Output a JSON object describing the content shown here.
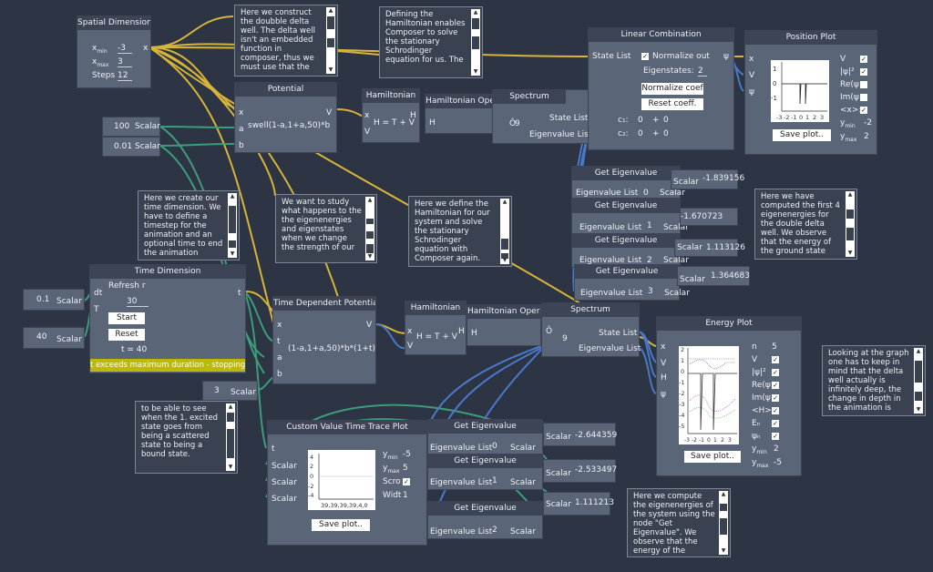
{
  "colors": {
    "bg": "#2d3444",
    "node": "#5b6578",
    "header": "#3c4455",
    "wire_yellow": "#d7b43a",
    "wire_green": "#3d9d7a",
    "wire_blue": "#4a79c8",
    "warning": "#bdb800"
  },
  "spatial": {
    "title": "Spatial Dimension",
    "xmin_label": "x",
    "xmin_sub": "min",
    "xmin_val": "-3",
    "xmax_label": "x",
    "xmax_sub": "max",
    "xmax_val": "3",
    "steps_label": "Steps",
    "steps_val": "12",
    "out": "x"
  },
  "note1": {
    "text": "Here we construct the doubble delta well. The delta well isn't an embedded function in composer, thus we must use that the"
  },
  "note2": {
    "text": "Defining the Hamiltonian enables Composer to solve the stationary Schrodinger equation for us. The"
  },
  "potential": {
    "title": "Potential",
    "formula": "swell(1-a,1+a,50)*b",
    "in_x": "x",
    "in_a": "a",
    "in_b": "b",
    "out": "V"
  },
  "scalar100": {
    "value": "100",
    "label": "Scalar"
  },
  "scalar001": {
    "value": "0.01",
    "label": "Scalar"
  },
  "ham1": {
    "title": "Hamiltonian",
    "in_x": "x",
    "in_v": "V",
    "eq": "H = T + V",
    "out": "H"
  },
  "hamop1": {
    "title": "Hamiltonian Operator",
    "in": "H"
  },
  "spectrum1": {
    "title": "Spectrum",
    "in": "Ô",
    "value": "9",
    "state_list": "State List",
    "eig_list": "Eigenvalue List"
  },
  "lincomb": {
    "title": "Linear Combination",
    "state_list": "State List",
    "normalize": "Normalize out",
    "eigenstates": "Eigenstates:",
    "eig_val": "2",
    "btn_norm": "Normalize coef",
    "btn_reset": "Reset coeff.",
    "c1": "c₁:",
    "c1a": "0",
    "c1b": "0",
    "c2": "c₂:",
    "c2a": "0",
    "c2b": "0",
    "plus": "+",
    "out": "ψ"
  },
  "posplot": {
    "title": "Position Plot",
    "in_x": "x",
    "in_v": "V",
    "in_psi": "ψ",
    "legend": [
      "V",
      "|ψ|²",
      "Re(ψ",
      "Im(ψ",
      "<x>±"
    ],
    "ymin_label": "y",
    "ymin_sub": "min",
    "ymin_val": "-2",
    "ymax_label": "y",
    "ymax_sub": "max",
    "ymax_val": "2",
    "xticks": [
      "-3",
      "-2",
      "-1",
      "0",
      "1",
      "2",
      "3"
    ],
    "yticks": [
      "1",
      "0",
      "-1"
    ],
    "save": "Save plot.."
  },
  "geteig": [
    {
      "title": "Get Eigenvalue",
      "in": "Eigenvalue List",
      "idx": "0",
      "out": "Scalar",
      "value": "-1.839156"
    },
    {
      "title": "Get Eigenvalue",
      "in": "Eigenvalue List",
      "idx": "1",
      "out": "Scalar",
      "value": "-1.670723"
    },
    {
      "title": "Get Eigenvalue",
      "in": "Eigenvalue List",
      "idx": "2",
      "out": "Scalar",
      "value": "1.113126"
    },
    {
      "title": "Get Eigenvalue",
      "in": "Eigenvalue List",
      "idx": "3",
      "out": "Scalar",
      "value": "1.364683"
    }
  ],
  "note_computed": {
    "text": "Here we have computed the first 4 eigenenergies for the double delta well. We observe that the energy of the ground state"
  },
  "note_time": {
    "text": "Here we create our time dimension. We have to define a timestep for the animation and an optional time to end the animation"
  },
  "note_study": {
    "text": "We want to study what happens to the the eigenenergies and eigenstates when we change the strength of our"
  },
  "note_define": {
    "text": "Here we define the Hamiltonian for our system and solve the stationary Schrodinger equation with Composer again."
  },
  "timedim": {
    "title": "Time Dimension",
    "in_dt": "dt",
    "in_T": "T",
    "refresh": "Refresh r",
    "val30": "30",
    "start": "Start",
    "reset": "Reset",
    "tval": "t = 40",
    "out": "t",
    "warning": "t exceeds maximum duration - stopping."
  },
  "scalar01": {
    "value": "0.1",
    "label": "Scalar"
  },
  "scalar40": {
    "value": "40",
    "label": "Scalar"
  },
  "tdpot": {
    "title": "Time Dependent Potential",
    "in_x": "x",
    "in_t": "t",
    "in_a": "a",
    "in_b": "b",
    "formula": "(1-a,1+a,50)*b*(1+t)",
    "out": "V"
  },
  "ham2": {
    "title": "Hamiltonian",
    "in_x": "x",
    "in_v": "V",
    "eq": "H = T + V",
    "out": "H"
  },
  "hamop2": {
    "title": "Hamiltonian Opera",
    "in": "H"
  },
  "spectrum2": {
    "title": "Spectrum",
    "in": "Ô",
    "value": "9",
    "state_list": "State List",
    "eig_list": "Eigenvalue List"
  },
  "energyplot": {
    "title": "Energy Plot",
    "in_x": "x",
    "in_v": "V",
    "in_h": "H",
    "in_psi": "ψ",
    "n_label": "n",
    "n_val": "5",
    "legend": [
      "V",
      "|ψ|²",
      "Re(ψ",
      "Im(ψ",
      "<H>±",
      "Eₙ",
      "ψₙ"
    ],
    "ymin_label": "y",
    "ymin_sub": "min",
    "ymin_val": "2",
    "ymax_label": "y",
    "ymax_sub": "max",
    "ymax_val": "-5",
    "xticks": [
      "-3",
      "-2",
      "-1",
      "0",
      "1",
      "2",
      "3"
    ],
    "yticks": [
      "2",
      "1",
      "0",
      "-1",
      "-2",
      "-3",
      "-4",
      "-5"
    ],
    "save": "Save plot.."
  },
  "note_looking": {
    "text": "Looking at the graph one has to keep in mind that the delta well actually is infinitely deep, the change in depth in the animation is"
  },
  "scalar3": {
    "value": "3",
    "label": "Scalar"
  },
  "note_excited": {
    "text": "to be able to see when the 1. excited state goes from being a scattered state to being a bound state."
  },
  "tracep": {
    "title": "Custom Value Time Trace Plot",
    "in_t": "t",
    "in1": "Scalar",
    "in2": "Scalar",
    "in3": "Scalar",
    "ymin_label": "y",
    "ymin_sub": "min",
    "ymin_val": "-5",
    "ymax_label": "y",
    "ymax_sub": "max",
    "ymax_val": "5",
    "scroll": "Scro",
    "width": "Widt",
    "width_val": "1",
    "yticks": [
      "4",
      "2",
      "0",
      "-2",
      "-4"
    ],
    "xticks": "39,39,39,39,4,0",
    "save": "Save plot.."
  },
  "geteig2": [
    {
      "title": "Get Eigenvalue",
      "in": "Eigenvalue List",
      "idx": "0",
      "out": "Scalar",
      "value": "-2.644359"
    },
    {
      "title": "Get Eigenvalue",
      "in": "Eigenvalue List",
      "idx": "1",
      "out": "Scalar",
      "value": "-2.533497"
    },
    {
      "title": "Get Eigenvalue",
      "in": "Eigenvalue List",
      "idx": "2",
      "out": "Scalar",
      "value": "1.111213"
    }
  ],
  "note_compute": {
    "text": "Here we compute the eigenenergies of the system using the node \"Get Eigenvalue\". We observe that the energy of the"
  }
}
